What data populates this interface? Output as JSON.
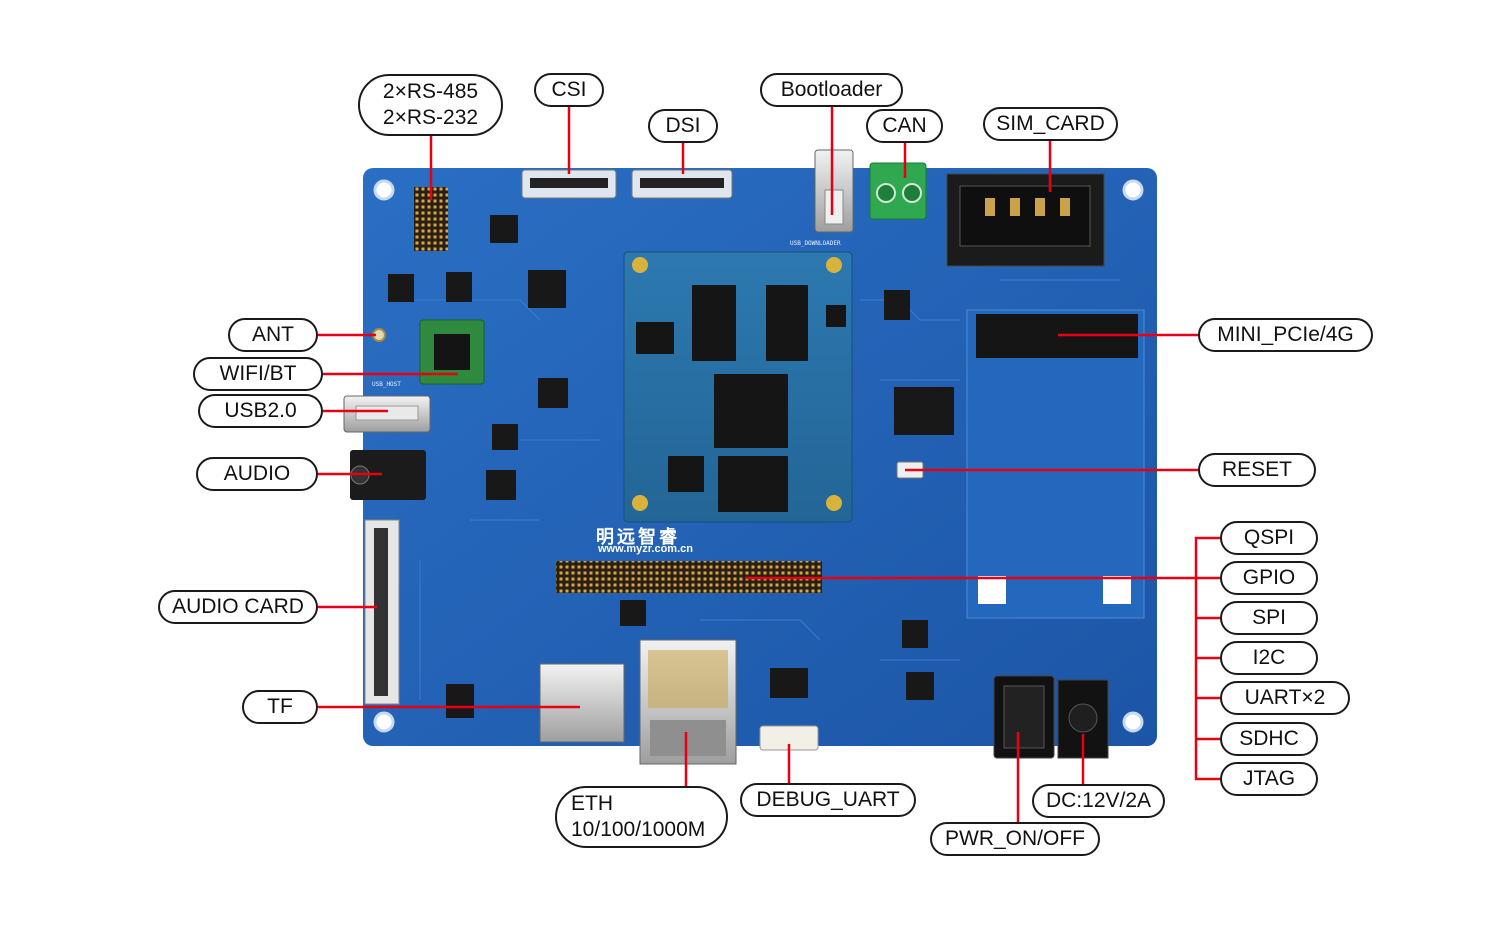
{
  "diagram": {
    "board": {
      "brand_cn": "明远智睿",
      "brand_url": "www.myzr.com.cn",
      "silk_usb_host": "USB_HOST",
      "silk_usb_downloader": "USB_DOWNLOADER"
    },
    "labels": {
      "rs": [
        "2×RS-485",
        "2×RS-232"
      ],
      "csi": "CSI",
      "dsi": "DSI",
      "bootloader": "Bootloader",
      "can": "CAN",
      "sim_card": "SIM_CARD",
      "ant": "ANT",
      "wifi_bt": "WIFI/BT",
      "usb": "USB2.0",
      "audio": "AUDIO",
      "audio_card": "AUDIO CARD",
      "tf": "TF",
      "mini_pcie": "MINI_PCIe/4G",
      "reset": "RESET",
      "qspi": "QSPI",
      "gpio": "GPIO",
      "spi": "SPI",
      "i2c": "I2C",
      "uart": "UART×2",
      "sdhc": "SDHC",
      "jtag": "JTAG",
      "eth": [
        "ETH",
        "10/100/1000M"
      ],
      "debug_uart": "DEBUG_UART",
      "dc": "DC:12V/2A",
      "pwr": "PWR_ON/OFF"
    },
    "colors": {
      "pcb": "#1d5fb4",
      "leader": "#e60012",
      "outline": "#1a1a1a"
    }
  }
}
